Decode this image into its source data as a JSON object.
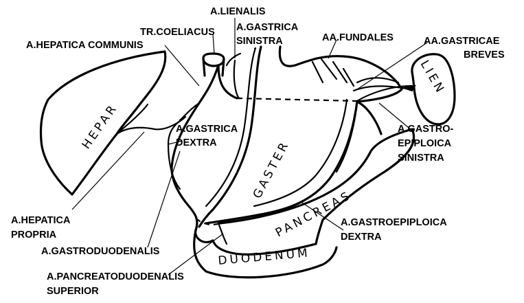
{
  "labels": {
    "a_lienalis": "A.LIENALIS",
    "tr_coeliacus": "TR.COELIACUS",
    "a_gastrica_sinistra_1": "A.GASTRICA",
    "a_gastrica_sinistra_2": "SINISTRA",
    "a_hepatica_communis": "A.HEPATICA COMMUNIS",
    "aa_fundales": "AA.FUNDALES",
    "aa_gastricae_breves_1": "AA.GASTRICAE",
    "aa_gastricae_breves_2": "BREVES",
    "a_gastrica_dextra_1": "A.GASTRICA",
    "a_gastrica_dextra_2": "DEXTRA",
    "a_gastroepiploica_sinistra_1": "A.GASTRO-",
    "a_gastroepiploica_sinistra_2": "EPIPLOICA",
    "a_gastroepiploica_sinistra_3": "SINISTRA",
    "a_hepatica_propria_1": "A.HEPATICA",
    "a_hepatica_propria_2": "PROPRIA",
    "a_gastroduodenalis": "A.GASTRODUODENALIS",
    "a_gastroepiploica_dextra_1": "A.GASTROEPIPLOICA",
    "a_gastroepiploica_dextra_2": "DEXTRA",
    "a_pancreatoduodenalis_1": "A.PANCREATODUODENALIS",
    "a_pancreatoduodenalis_2": "SUPERIOR"
  },
  "organs": {
    "hepar": "HEPAR",
    "gaster": "GASTER",
    "lien": "LIEN",
    "pancreas": "PANCREAS",
    "duodenum": "DUODENUM"
  }
}
